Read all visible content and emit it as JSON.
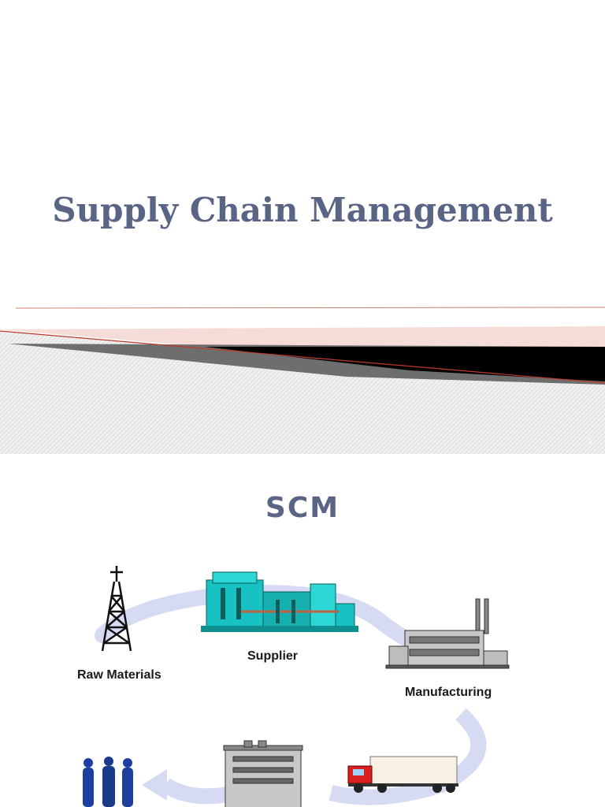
{
  "slide1": {
    "title": "Supply Chain Management",
    "page_number": "1"
  },
  "slide2": {
    "title": "SCM",
    "diagram": {
      "labels": {
        "raw_materials": "Raw Materials",
        "supplier": "Supplier",
        "manufacturing": "Manufacturing"
      }
    }
  },
  "colors": {
    "title": "#5a6485",
    "accent_red": "#c0392b",
    "arrow_fill": "#d6daf2"
  }
}
